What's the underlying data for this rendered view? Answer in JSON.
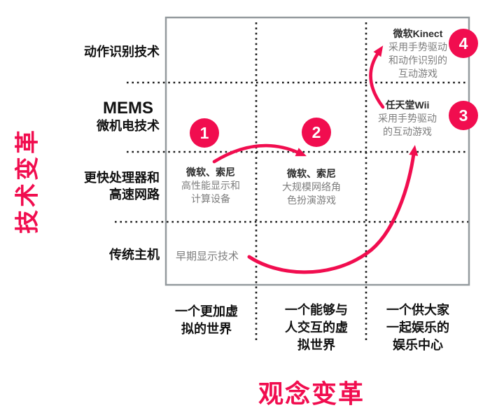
{
  "colors": {
    "accent_pink": "#F10D4F",
    "text_dark": "#111111",
    "cell_title": "#2b2b2b",
    "cell_desc_gray": "#7d7d7d",
    "box_border_gray": "#949a9e",
    "dotted_line": "#1b1b1b"
  },
  "y_axis": {
    "title": "技术变革",
    "rows": [
      {
        "lines": [
          "动作识别技术"
        ]
      },
      {
        "lines": [
          "MEMS",
          "微机电技术"
        ]
      },
      {
        "lines": [
          "更快处理器和",
          "高速网路"
        ]
      },
      {
        "lines": [
          "传统主机"
        ]
      }
    ]
  },
  "x_axis": {
    "title": "观念变革",
    "columns": [
      "一个更加虚\n拟的世界",
      "一个能够与\n人交互的虚\n拟世界",
      "一个供大家\n一起娱乐的\n娱乐中心"
    ]
  },
  "items": [
    {
      "badge": "1",
      "title": "微软、索尼",
      "desc": "高性能显示和\n计算设备"
    },
    {
      "badge": "2",
      "title": "微软、索尼",
      "desc": "大规模网络角\n色扮演游戏"
    },
    {
      "badge": "3",
      "title": "任天堂Wii",
      "desc": "采用手势驱动\n的互动游戏"
    },
    {
      "badge": "4",
      "title": "微软Kinect",
      "desc": "采用手势驱动\n和动作识别的\n互动游戏"
    },
    {
      "title": "早期显示技术"
    }
  ]
}
